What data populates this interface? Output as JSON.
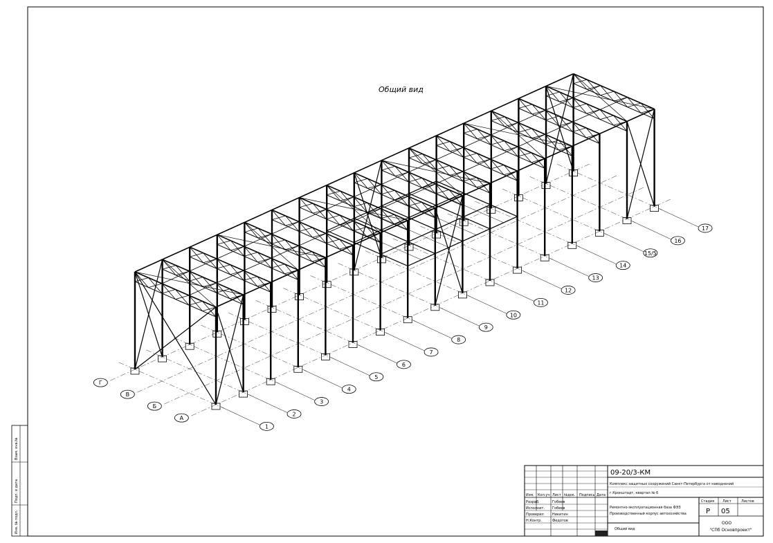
{
  "drawing": {
    "view_title": "Общий вид",
    "axes_numbers": [
      "1",
      "2",
      "3",
      "4",
      "5",
      "6",
      "7",
      "8",
      "9",
      "10",
      "11",
      "12",
      "13",
      "14",
      "15/5",
      "16",
      "17"
    ],
    "axes_letters": [
      "А",
      "Б",
      "В",
      "Г"
    ]
  },
  "stamp": {
    "doc_code": "09-20/3-КМ",
    "project_line1": "Комплекс защитных сооружений Санкт-Петербурга от наводнений",
    "project_line2": "г.Кронштадт, квартал № 6",
    "object_line1": "Ремонтно-эксплуатационная база ФЭЗ",
    "object_line2": "Производственный корпус автохозяйства",
    "sheet_name": "Общий вид",
    "stage_label": "Стадия",
    "sheet_label": "Лист",
    "sheets_label": "Листов",
    "stage_value": "Р",
    "sheet_value": "05",
    "company_line1": "ООО",
    "company_line2": "\"СПб Основпроект\"",
    "col_headers": [
      "Изм.",
      "Кол.уч",
      "Лист",
      "№док.",
      "Подпись",
      "Дата"
    ],
    "roles": [
      {
        "role": "Разраб.",
        "name": "Гобеев"
      },
      {
        "role": "Исполнит.",
        "name": "Гобеев"
      },
      {
        "role": "Проверил",
        "name": "Никитин"
      },
      {
        "role": "Н.Контр.",
        "name": "Федотов"
      }
    ],
    "side_labels": [
      "Взам. инв.№",
      "Подп. и дата",
      "Инв. № подл."
    ]
  },
  "colors": {
    "line": "#000000",
    "background": "#ffffff"
  }
}
